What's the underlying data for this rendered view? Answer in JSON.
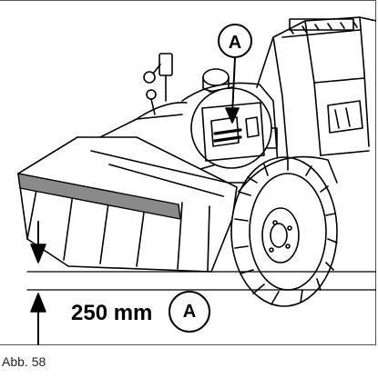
{
  "figure": {
    "caption": "Abb. 58",
    "dimension_label": "250 mm",
    "callout_label": "A"
  },
  "colors": {
    "line": "#000000",
    "bucket_edge_strip": "#8a8a8a",
    "frame": "#555555"
  }
}
